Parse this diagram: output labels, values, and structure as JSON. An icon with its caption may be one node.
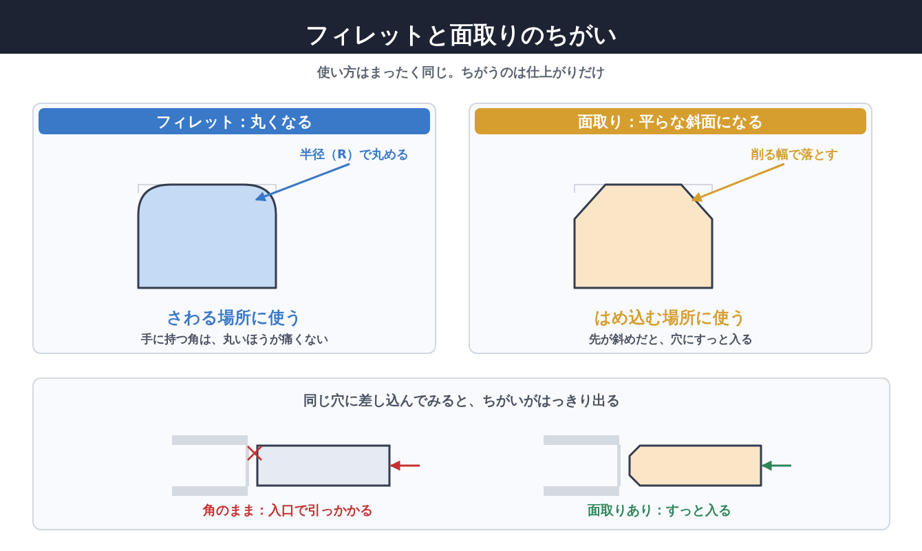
{
  "diagram": {
    "title": "フィレットと面取りのちがい",
    "nodes": [
      {
        "text": [
          "フィレット：丸くなる",
          "さわる場所に使う",
          "手に持つ角は、丸いほうが痛くない"
        ]
      },
      {
        "text": [
          "半径（R）で丸める"
        ],
        "in": 0
      },
      {
        "text": [],
        "shape": "box",
        "in": 0
      },
      {
        "text": [
          "面取り：平らな斜面になる",
          "はめ込む場所に使う",
          "先が斜めだと、穴にすっと入る"
        ]
      },
      {
        "text": [
          "削る幅で落とす"
        ],
        "in": 3
      },
      {
        "text": [],
        "shape": "box",
        "in": 3
      },
      {
        "text": [
          "同じ穴に差し込んでみると、ちがいがはっきり出る"
        ]
      },
      {
        "text": [],
        "shape": "box",
        "in": 6,
        "beside": [
          "角のまま：入口で引っかかる"
        ]
      },
      {
        "text": [],
        "shape": "box",
        "in": 6,
        "beside": [
          "面取りあり：すっと入る"
        ]
      }
    ],
    "edges": [
      {
        "from": 1,
        "to": 2,
        "arrow": "to",
        "color": "#3a78c8"
      },
      {
        "from": 4,
        "to": 5,
        "arrow": "to",
        "color": "#d69e2e"
      },
      {
        "from": null,
        "to": 7,
        "arrow": "to",
        "color": "#c53030"
      },
      {
        "from": null,
        "to": 8,
        "arrow": "to",
        "color": "#2f855a"
      }
    ],
    "labels": [
      "使い方はまったく同じ。ちがうのは仕上がりだけ"
    ]
  }
}
